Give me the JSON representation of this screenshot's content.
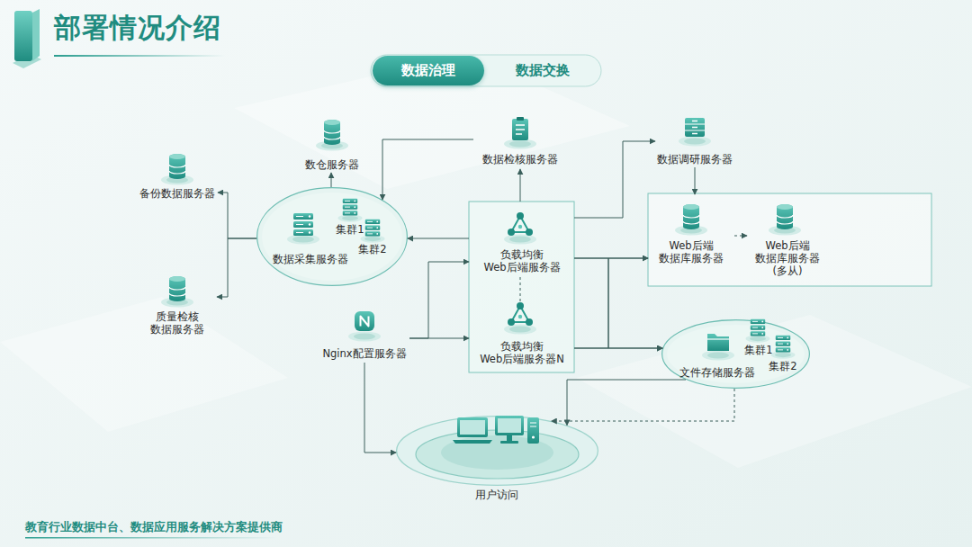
{
  "diagram": {
    "title": "部署情况介绍",
    "caption": "教育行业数据中台、数据应用服务解决方案提供商",
    "nodes": [
      {
        "text": [
          "数据治理"
        ]
      },
      {
        "text": [
          "数据交换"
        ]
      },
      {
        "text": [
          "数仓服务器"
        ]
      },
      {
        "text": [
          "数据检核服务器"
        ]
      },
      {
        "text": [
          "数据调研服务器"
        ]
      },
      {
        "text": [
          "备份数据服务器"
        ]
      },
      {
        "text": [
          "数据采集服务器"
        ]
      },
      {
        "text": [
          "集群1"
        ],
        "in": 6
      },
      {
        "text": [
          "集群2"
        ],
        "in": 6
      },
      {
        "text": [
          "负载均衡 Web后端服务器"
        ]
      },
      {
        "text": [
          "Web后端 数据库服务器"
        ]
      },
      {
        "text": [
          "Web后端 数据库服务器 (多从)"
        ]
      },
      {
        "text": [
          "质量检核 数据服务器"
        ]
      },
      {
        "text": [
          "Nginx配置服务器"
        ]
      },
      {
        "text": [
          "负载均衡 Web后端服务器N"
        ]
      },
      {
        "text": [
          "文件存储服务器"
        ]
      },
      {
        "text": [
          "集群1"
        ],
        "in": 15
      },
      {
        "text": [
          "集群2"
        ],
        "in": 15
      },
      {
        "text": [
          "用户访问"
        ]
      }
    ],
    "edges": [
      {
        "from": 6,
        "to": 2,
        "arrow": "to"
      },
      {
        "from": 6,
        "to": 5,
        "arrow": "to"
      },
      {
        "from": 6,
        "to": 12,
        "arrow": "to"
      },
      {
        "from": 3,
        "to": 6,
        "arrow": "to"
      },
      {
        "from": 9,
        "to": 3,
        "arrow": "to"
      },
      {
        "from": 9,
        "to": 6,
        "arrow": "to"
      },
      {
        "from": 13,
        "to": 9,
        "arrow": "to"
      },
      {
        "from": 13,
        "to": 14,
        "arrow": "to"
      },
      {
        "from": 13,
        "to": 18,
        "arrow": "to"
      },
      {
        "from": 9,
        "to": 4,
        "arrow": "to"
      },
      {
        "from": 4,
        "to": 10,
        "arrow": "to"
      },
      {
        "from": 9,
        "to": 10,
        "arrow": "to"
      },
      {
        "from": 14,
        "to": 10,
        "arrow": "to"
      },
      {
        "from": 9,
        "to": 15,
        "arrow": "to"
      },
      {
        "from": 14,
        "to": 15,
        "arrow": "to"
      },
      {
        "from": 10,
        "to": 11,
        "arrow": "to"
      },
      {
        "from": 15,
        "to": 18,
        "arrow": "to"
      },
      {
        "from": 15,
        "to": 18,
        "arrow": "to"
      },
      {
        "from": 9,
        "to": 14,
        "arrow": "none"
      }
    ]
  }
}
